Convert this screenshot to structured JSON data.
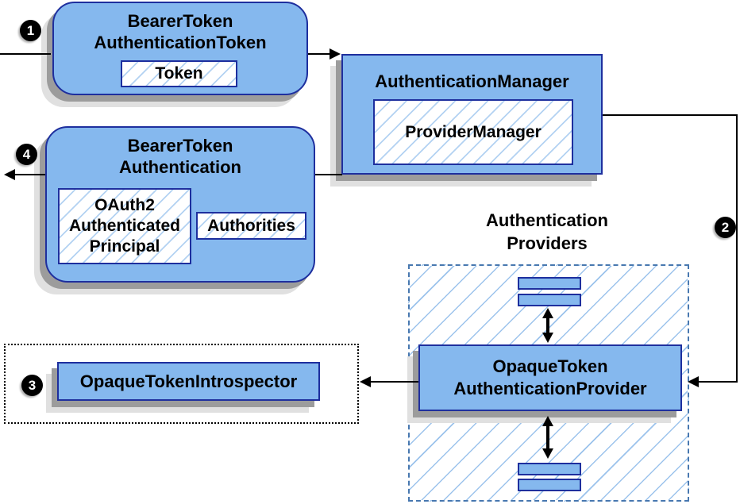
{
  "badges": {
    "step1": "1",
    "step2": "2",
    "step3": "3",
    "step4": "4"
  },
  "nodes": {
    "bearer_token_authentication_token": {
      "title": "BearerToken\nAuthenticationToken",
      "token_label": "Token"
    },
    "authentication_manager": {
      "title": "AuthenticationManager",
      "provider_manager_label": "ProviderManager"
    },
    "bearer_token_authentication": {
      "title": "BearerToken\nAuthentication",
      "principal_label": "OAuth2\nAuthenticated\nPrincipal",
      "authorities_label": "Authorities"
    },
    "authentication_providers": {
      "label": "Authentication\nProviders",
      "provider_label": "OpaqueToken\nAuthenticationProvider"
    },
    "opaque_token_introspector": {
      "label": "OpaqueTokenIntrospector"
    }
  },
  "colors": {
    "node_fill": "#85b8ee",
    "node_border": "#1e2f9e",
    "hatch": "#9cc3ec",
    "hatch_light": "#b3d2f2",
    "panel_border": "#4878b0",
    "dotted_border": "#000000",
    "shadow_dark": "#9c9c9c",
    "shadow_light": "#e0e0e0",
    "arrow": "#000000",
    "badge_bg": "#000000",
    "badge_text": "#ffffff",
    "text": "#000000"
  }
}
